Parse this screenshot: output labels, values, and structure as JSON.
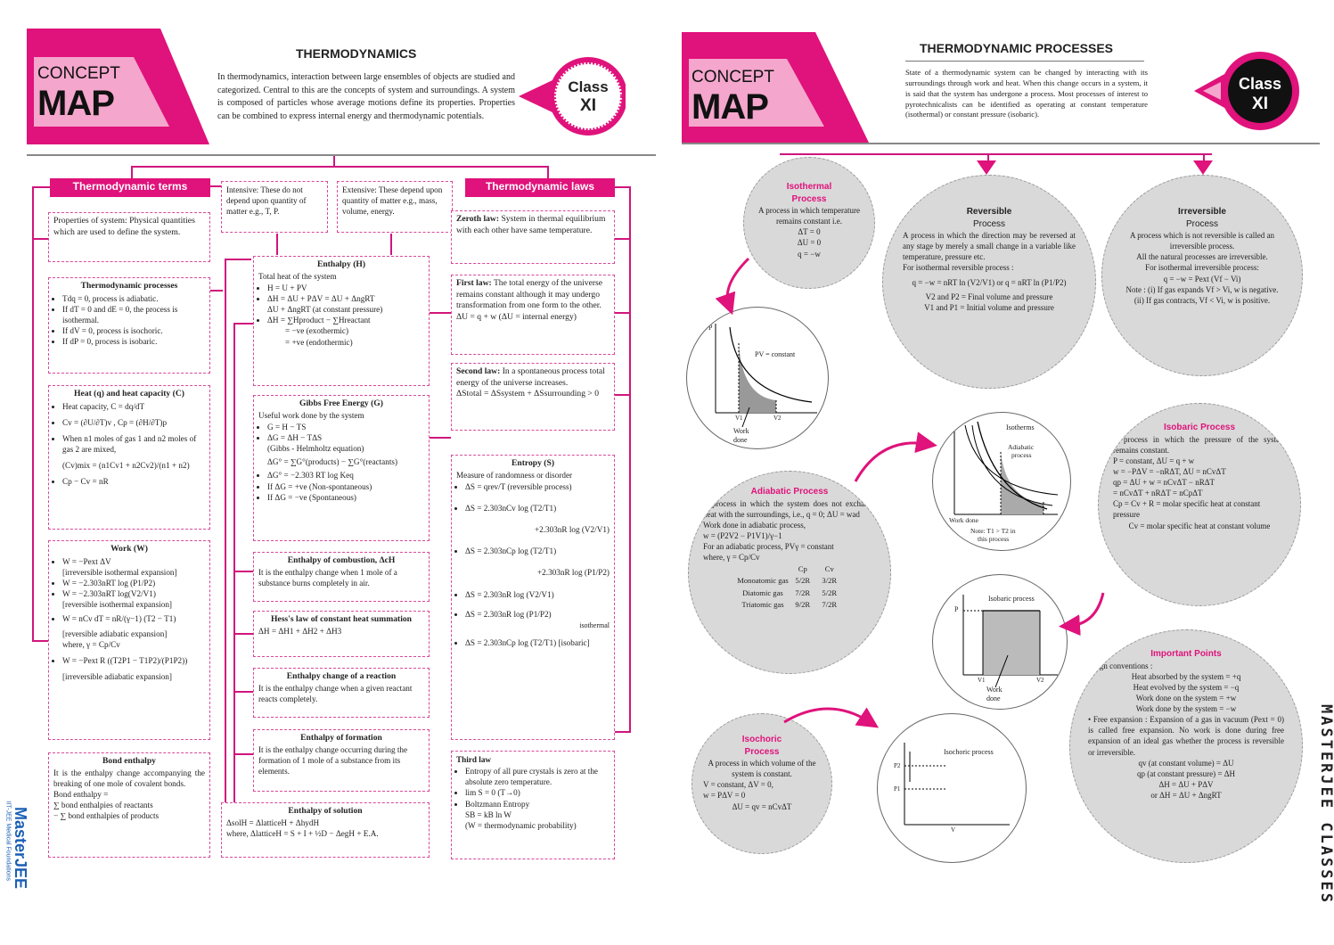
{
  "left": {
    "concept": "CONCEPT",
    "map": "MAP",
    "title": "THERMODYNAMICS",
    "intro": "In thermodynamics, interaction between large ensembles of objects are studied and categorized. Central to this are the concepts of system and surroundings. A system is composed of particles whose average motions define its properties. Properties can be combined to express internal energy and thermodynamic potentials.",
    "class_label": "Class",
    "class_num": "XI",
    "terms_header": "Thermodynamic terms",
    "laws_header": "Thermodynamic laws",
    "intensive": "Intensive: These do not depend upon quantity of matter e.g., T, P.",
    "extensive": "Extensive: These depend upon quantity of matter e.g., mass, volume, energy.",
    "properties": "Properties of system: Physical quantities which are used to define the system.",
    "processes": {
      "title": "Thermodynamic processes",
      "items": [
        "Tdq = 0, process is adiabatic.",
        "If dT = 0 and dE = 0, the process is isothermal.",
        "If dV = 0, process is isochoric.",
        "If dP = 0, process is isobaric."
      ]
    },
    "heat": {
      "title": "Heat (q) and heat capacity (C)",
      "items": [
        "Heat capacity, C = dq/dT",
        "Cv = (∂U/∂T)v , Cp = (∂H/∂T)p",
        "When n1 moles of gas 1 and n2 moles of gas 2 are mixed,",
        "(Cv)mix = (n1Cv1 + n2Cv2)/(n1 + n2)",
        "Cp − Cv = nR"
      ]
    },
    "work": {
      "title": "Work (W)",
      "items": [
        "W = −Pext ΔV",
        "[irreversible isothermal expansion]",
        "W = −2.303nRT log (P1/P2)",
        "W = −2.303nRT log(V2/V1)",
        "[reversible isothermal expansion]",
        "W = nCv dT = nR/(γ−1) (T2 − T1)",
        "[reversible adiabatic expansion]",
        "where, γ = Cp/Cv",
        "W = −Pext R ((T2P1 − T1P2)/(P1P2))",
        "[irreversible adiabatic expansion]"
      ]
    },
    "bond": {
      "title": "Bond enthalpy",
      "lines": [
        "It is the enthalpy change accompanying the breaking of one mole of covalent bonds.",
        "Bond enthalpy =",
        "∑ bond enthalpies of reactants",
        "− ∑ bond enthalpies of products"
      ]
    },
    "enthalpy": {
      "title": "Enthalpy (H)",
      "lines": [
        "Total heat of the system",
        "H = U + PV",
        "ΔH = ΔU + PΔV = ΔU + ΔngRT",
        "ΔU + ΔngRT (at constant pressure)",
        "ΔH = ∑Hproduct − ∑Hreactant",
        "= −ve (exothermic)",
        "= +ve (endothermic)"
      ]
    },
    "gibbs": {
      "title": "Gibbs Free Energy (G)",
      "lines": [
        "Useful work done by the system",
        "G = H − TS",
        "ΔG = ΔH − TΔS",
        "(Gibbs - Helmholtz equation)",
        "ΔG° = ∑G°(products) − ∑G°(reactants)",
        "ΔG° = −2.303 RT log Keq",
        "If ΔG = +ve (Non-spontaneous)",
        "If ΔG = −ve (Spontaneous)"
      ]
    },
    "combustion": {
      "title": "Enthalpy of combustion, ΔcH",
      "text": "It is the enthalpy change when 1 mole of a substance burns completely in air."
    },
    "hess": {
      "title": "Hess's law of constant heat summation",
      "text": "ΔH = ΔH1 + ΔH2 + ΔH3"
    },
    "reaction": {
      "title": "Enthalpy change of a reaction",
      "text": "It is the enthalpy change when a given reactant reacts completely."
    },
    "formation": {
      "title": "Enthalpy of formation",
      "text": "It is the enthalpy change occurring during the formation of 1 mole of a substance from its elements."
    },
    "solution": {
      "title": "Enthalpy of solution",
      "line1": "ΔsolH = ΔlatticeH + ΔhydH",
      "line2": "where, ΔlatticeH = S + I + ½D − ΔegH + E.A."
    },
    "zeroth": {
      "label": "Zeroth law:",
      "text": "System in thermal equilibrium with each other have same temperature."
    },
    "first": {
      "label": "First law:",
      "text": "The total energy of the universe remains constant although it may undergo transformation from one form to the other.",
      "eq": "ΔU = q + w (ΔU = internal energy)"
    },
    "second": {
      "label": "Second law:",
      "text": "In a spontaneous process total energy of the universe increases.",
      "eq": "ΔStotal = ΔSsystem + ΔSsurrounding > 0"
    },
    "entropy": {
      "title": "Entropy (S)",
      "lines": [
        "Measure of randomness or disorder",
        "ΔS = qrev/T (reversible process)",
        "ΔS = 2.303nCv log (T2/T1)",
        "+2.303nR log (V2/V1)",
        "ΔS = 2.303nCp log (T2/T1)",
        "+2.303nR log (P1/P2)",
        "ΔS = 2.303nR log (V2/V1)",
        "ΔS = 2.303nR log (P1/P2)",
        "isothermal",
        "ΔS = 2.303nCp log (T2/T1) [isobaric]"
      ]
    },
    "third": {
      "title": "Third law",
      "lines": [
        "Entropy of all pure crystals is zero at the absolute zero temperature.",
        "lim S = 0 (T→0)",
        "Boltzmann Entropy",
        "SB = kB ln W",
        "(W = thermodynamic probability)"
      ]
    },
    "brand": "MasterJEE",
    "brand_sub": "IIT-JEE Medical Foundations"
  },
  "right": {
    "concept": "CONCEPT",
    "map": "MAP",
    "title": "THERMODYNAMIC PROCESSES",
    "intro": "State of a thermodynamic system can be changed by interacting with its surroundings through work and heat. When this change occurs in a system, it is said that the system has undergone a process. Most processes of interest to pyrotechnicalists can be identified as operating at constant temperature (isothermal) or constant pressure (isobaric).",
    "class_label": "Class",
    "class_num": "XI",
    "isothermal": {
      "title1": "Isothermal",
      "title2": "Process",
      "lines": [
        "A process in which temperature remains constant i.e.",
        "ΔT = 0",
        "ΔU = 0",
        "q = −w"
      ]
    },
    "reversible": {
      "title1": "Reversible",
      "title2": "Process",
      "lines": [
        "A process in which the direction may be reversed at any stage by merely a small change in a variable like temperature, pressure etc.",
        "For isothermal reversible process :",
        "q = −w = nRT ln (V2/V1) or q = nRT ln (P1/P2)",
        "V2 and P2 = Final volume and pressure",
        "V1 and P1 = Initial volume and pressure"
      ]
    },
    "irreversible": {
      "title1": "Irreversible",
      "title2": "Process",
      "lines": [
        "A process which is not reversible is called an irreversible process.",
        "All the natural processes are irreversible.",
        "For isothermal irreversible process:",
        "q = −w = Pext (Vf − Vi)",
        "Note : (i) If gas expands Vf > Vi, w is negative.",
        "(ii) If gas contracts, Vf < Vi, w is positive."
      ]
    },
    "adiabatic": {
      "title": "Adiabatic Process",
      "lines": [
        "A process in which the system does not exchange heat with the surroundings, i.e., q = 0; ΔU = wad",
        "Work done in adiabatic process,",
        "w = (P2V2 − P1V1)/γ−1",
        "For an adiabatic process, PVγ = constant",
        "where, γ = Cp/Cv"
      ],
      "cp": "Cp",
      "cv": "Cv",
      "rows": [
        [
          "Monoatomic gas",
          "5/2R",
          "3/2R"
        ],
        [
          "Diatomic gas",
          "7/2R",
          "5/2R"
        ],
        [
          "Triatomic gas",
          "9/2R",
          "7/2R"
        ]
      ]
    },
    "isobaric": {
      "title": "Isobaric Process",
      "lines": [
        "A process in which the pressure of the system remains constant.",
        "P = constant, ΔU = q + w",
        "w = −PΔV = −nRΔT, ΔU = nCvΔT",
        "qp = ΔU + w = nCvΔT − nRΔT",
        "= nCvΔT + nRΔT = nCpΔT",
        "Cp = Cv + R = molar specific heat at constant pressure",
        "Cv = molar specific heat at constant volume"
      ]
    },
    "isochoric": {
      "title1": "Isochoric",
      "title2": "Process",
      "lines": [
        "A process in which volume of the system is constant.",
        "V = constant, ΔV = 0,",
        "w = PΔV = 0",
        "ΔU = qv = nCvΔT"
      ]
    },
    "important": {
      "title": "Important Points",
      "lines": [
        "• Sign conventions :",
        "Heat absorbed by the system = +q",
        "Heat evolved by the system = −q",
        "Work done on the system = +w",
        "Work done by the system = −w",
        "• Free expansion : Expansion of a gas in vacuum (Pext = 0) is called free expansion. No work is done during free expansion of an ideal gas whether the process is reversible or irreversible.",
        "qv (at constant volume) = ΔU",
        "qp (at constant pressure) = ΔH",
        "ΔH = ΔU + PΔV",
        "or ΔH = ΔU + ΔngRT"
      ]
    },
    "graph1": {
      "curve": "PV = constant",
      "p": "P",
      "v1": "V1",
      "v2": "V2",
      "work": "Work",
      "done": "done"
    },
    "graph2": {
      "iso": "Isotherms",
      "adia1": "Adiabatic",
      "adia2": "process",
      "work": "Work done",
      "note1": "Note: T1 > T2 in",
      "note2": "this process"
    },
    "graph3": {
      "label": "Isobaric process",
      "p": "P",
      "v1": "V1",
      "v2": "V2",
      "work": "Work",
      "done": "done"
    },
    "graph4": {
      "label": "Isochoric process",
      "p2": "P2",
      "p1": "P1",
      "v": "V"
    },
    "side_brand": "MASTERJEE CLASSES"
  }
}
